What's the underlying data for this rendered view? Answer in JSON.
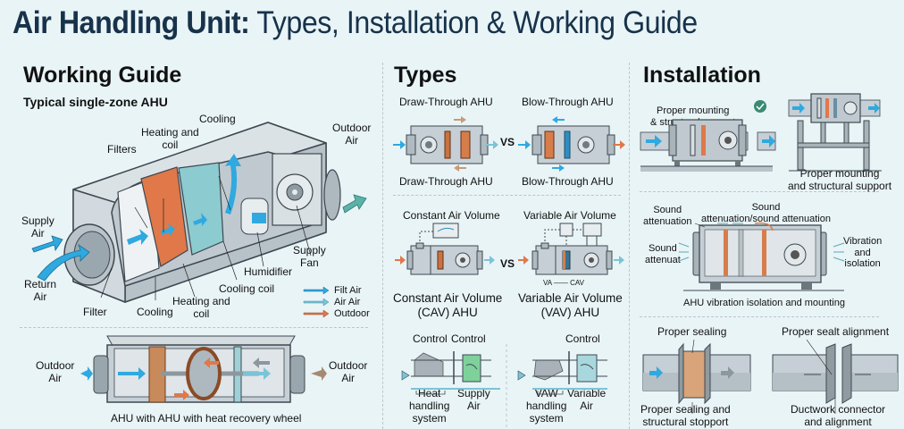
{
  "title": {
    "bold": "Air Handling Unit:",
    "rest": " Types, Installation & Working Guide"
  },
  "colors": {
    "background": "#e9f4f7",
    "air_blue": "#2fa9df",
    "coil_orange": "#e0784a",
    "teal": "#6bb7bd",
    "check_green": "#3b8a73",
    "metal": "#c9d2d8"
  },
  "working_guide": {
    "heading": "Working Guide",
    "subheading": "Typical single-zone AHU",
    "labels": {
      "cooling_top": "Cooling",
      "heating_coil_top": "Heating and\ncoil",
      "filters": "Filters",
      "outdoor_air": "Outdoor\nAir",
      "supply_air": "Supply\nAir",
      "return_air": "Return\nAir",
      "supply_fan": "Supply\nFan",
      "humidifier": "Humidifier",
      "cooling_coil": "Cooling coil",
      "heating_coil_bottom": "Heating and\ncoil",
      "cooling_bottom": "Cooling",
      "filter": "Filter"
    },
    "legend": [
      {
        "label": "Filt Air",
        "color": "#2fa9df"
      },
      {
        "label": "Air Air",
        "color": "#7cc3d6"
      },
      {
        "label": "Outdoor",
        "color": "#e0784a"
      }
    ],
    "recovery": {
      "left_label": "Outdoor\nAir",
      "right_label": "Outdoor\nAir",
      "caption": "AHU with AHU with heat recovery wheel"
    }
  },
  "types": {
    "heading": "Types",
    "draw_through_top": "Draw-Through AHU",
    "blow_through_top": "Blow-Through AHU",
    "draw_through_bottom": "Draw-Through AHU",
    "blow_through_bottom": "Blow-Through AHU",
    "vs1": "VS",
    "cav_top": "Constant Air Volume",
    "vav_top": "Variable Air Volume",
    "vs2": "VS",
    "va_cav": "VA —— CAV",
    "cav_bottom": "Constant Air Volume\n(CAV) AHU",
    "vav_bottom": "Variable Air Volume\n(VAV) AHU",
    "control_left_1": "Control",
    "control_left_2": "Control",
    "control_right": "Control",
    "heat_handling": "Heat\nhandling\nsystem",
    "supply_air": "Supply\nAir",
    "vaw_handling": "VAW\nhandling\nsystem",
    "variable_air": "Variable\nAir"
  },
  "installation": {
    "heading": "Installation",
    "mount_left": "Proper mounting\n& structural support",
    "mount_right": "Proper mounting\nand structural support",
    "sound_att_left": "Sound\nattenuation",
    "sound_att_top": "Sound\nattenuation/sound attenuation",
    "sound_attenuat": "Sound\nattenuat",
    "vibration": "Vibration\nand\nisolation",
    "vibration_caption": "AHU vibration isolation and mounting",
    "sealing_top": "Proper sealing",
    "sealing_bottom": "Proper sealing and\nstructural stopport",
    "alignment_top": "Proper sealt alignment",
    "alignment_bottom": "Ductwork connector\nand alignment"
  }
}
